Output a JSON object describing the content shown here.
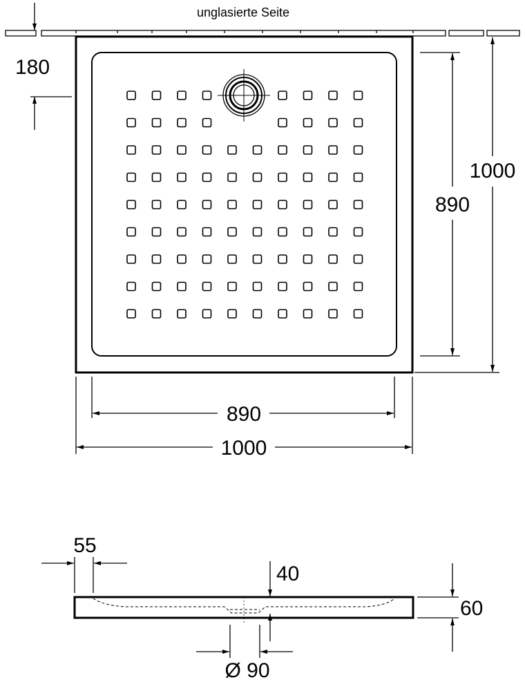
{
  "labels": {
    "unglazed_side": "unglasierte Seite"
  },
  "top_view": {
    "edge_offset": "180",
    "inner_height": "890",
    "outer_height": "1000",
    "inner_width": "890",
    "outer_width": "1000",
    "hole_grid": {
      "columns": 10,
      "rows": 9,
      "drain_position": "top-center"
    }
  },
  "side_view": {
    "rim_width": "55",
    "depth": "40",
    "height": "60",
    "drain_diameter": "Ø 90"
  }
}
